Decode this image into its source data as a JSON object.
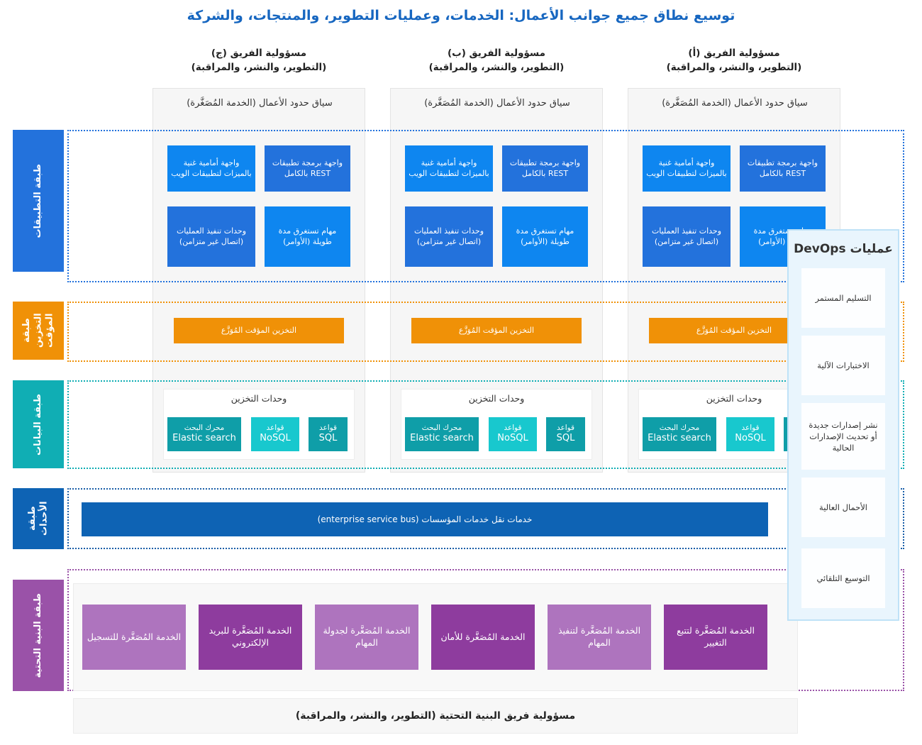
{
  "title": "توسيع نطاق جميع جوانب الأعمال: الخدمات، وعمليات التطوير، والمنتجات، والشركة",
  "colors": {
    "title": "#1666c0",
    "app_layer": "#2372DC",
    "app_box_dark": "#2372DC",
    "app_box_bright": "#0E86F0",
    "cache_layer": "#F09107",
    "data_layer": "#10AEB4",
    "data_box_teal": "#0F9EA8",
    "data_box_cyan": "#18C8CE",
    "events_layer": "#0E63B4",
    "infra_layer": "#9A52A8",
    "infra_box_light": "#AE74BE",
    "infra_box_dark": "#8E3C9E",
    "devops_panel": "#e9f5fd",
    "devops_border": "#bfe2f7"
  },
  "columns": [
    {
      "header_line1": "مسؤولية الفريق (ج)",
      "header_line2": "(التطوير، والنشر، والمراقبة)",
      "context_title": "سياق حدود الأعمال (الخدمة المُصَغَّرة)"
    },
    {
      "header_line1": "مسؤولية الفريق (ب)",
      "header_line2": "(التطوير، والنشر، والمراقبة)",
      "context_title": "سياق حدود الأعمال (الخدمة المُصَغَّرة)"
    },
    {
      "header_line1": "مسؤولية الفريق (أ)",
      "header_line2": "(التطوير، والنشر، والمراقبة)",
      "context_title": "سياق حدود الأعمال (الخدمة المُصَغَّرة)"
    }
  ],
  "layers": {
    "application": {
      "label": "طبقة التطبيقات",
      "boxes": [
        "واجهة برمجة تطبيقات REST بالكامل",
        "واجهة أمامية غنية بالميزات لتطبيقات الويب",
        "مهام تستغرق مدة طويلة (الأوامر)",
        "وحدات تنفيذ العمليات (اتصال غير متزامن)"
      ]
    },
    "cache": {
      "label": "طبقة التخزين المؤقت",
      "box": "التخزين المؤقت المُوَزَّع"
    },
    "data": {
      "label": "طبقة البيانات",
      "group_title": "وحدات التخزين",
      "databases": [
        {
          "ar": "قواعد",
          "en": "SQL"
        },
        {
          "ar": "قواعد",
          "en": "NoSQL"
        },
        {
          "ar": "محرك البحث",
          "en": "Elastic search"
        }
      ]
    },
    "events": {
      "label": "طبقة الأحداث",
      "bar": "خدمات نقل خدمات المؤسسات (enterprise service bus)"
    },
    "infrastructure": {
      "label": "طبقة البنية التحتية",
      "services": [
        "الخدمة المُصَغَّرة لتتبع التغيير",
        "الخدمة المُصَغَّرة لتنفيذ المهام",
        "الخدمة المُصَغَّرة للأمان",
        "الخدمة المُصَغَّرة لجدولة المهام",
        "الخدمة المُصَغَّرة للبريد الإلكتروني",
        "الخدمة المُصَغَّرة للتسجيل"
      ]
    }
  },
  "devops": {
    "title": "عمليات DevOps",
    "items": [
      "التسليم المستمر",
      "الاختبارات الآلية",
      "نشر إصدارات جديدة أو تحديث الإصدارات الحالية",
      "الأحمال العالية",
      "التوسيع التلقائي"
    ]
  },
  "footer": "مسؤولية فريق البنية التحتية (التطوير، والنشر، والمراقبة)"
}
